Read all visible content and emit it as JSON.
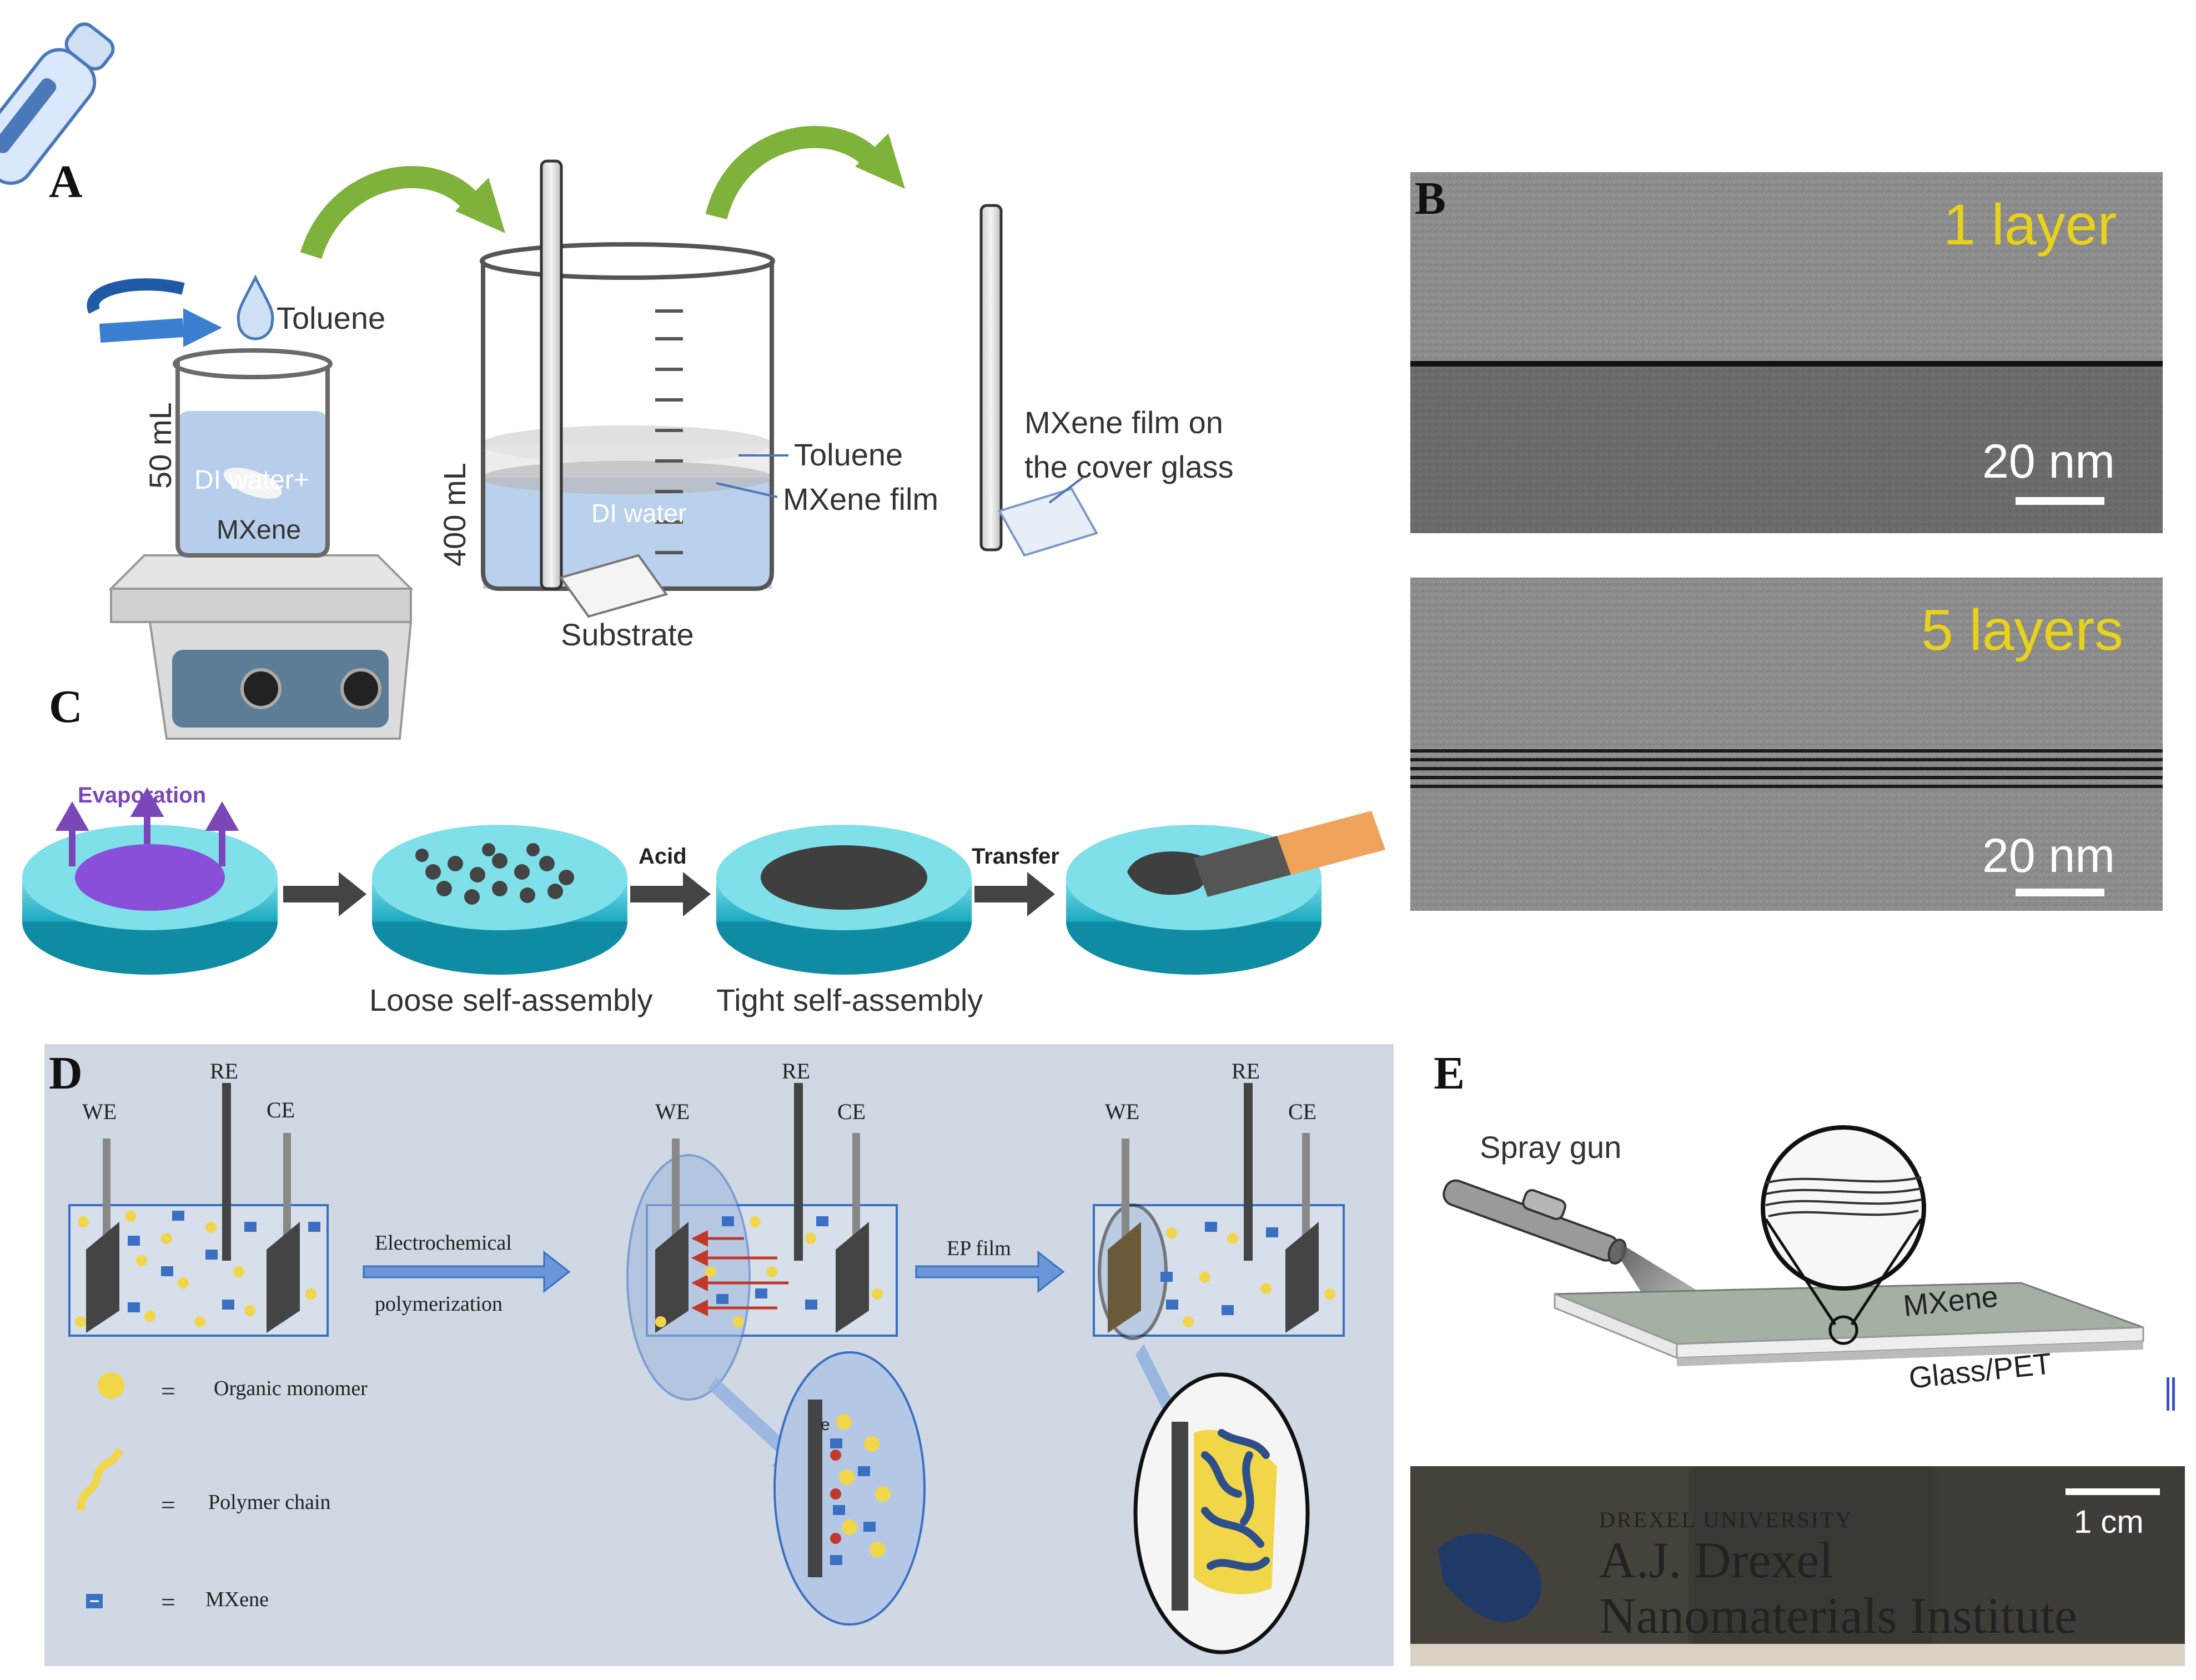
{
  "figure": {
    "panels": {
      "A": {
        "letter": "A",
        "toluene": "Toluene",
        "small_volume": "50 mL",
        "small_contents_line1": "DI water+",
        "small_contents_line2": "MXene",
        "large_volume": "400 mL",
        "layer_toluene": "Toluene",
        "layer_film": "MXene film",
        "large_contents": "DI water",
        "substrate": "Substrate",
        "result_line1": "MXene film on",
        "result_line2": "the cover glass"
      },
      "B": {
        "letter": "B",
        "top_label": "1 layer",
        "top_scale": "20 nm",
        "bottom_label": "5 layers",
        "bottom_scale": "20 nm"
      },
      "C": {
        "letter": "C",
        "evaporation": "Evaporation",
        "acid": "Acid",
        "transfer": "Transfer",
        "loose": "Loose self-assembly",
        "tight": "Tight self-assembly"
      },
      "D": {
        "letter": "D",
        "we": "WE",
        "re": "RE",
        "ce": "CE",
        "step1_line1": "Electrochemical",
        "step1_line2": "polymerization",
        "step2": "EP film",
        "equals": "=",
        "legend_monomer": "Organic monomer",
        "legend_polymer": "Polymer chain",
        "legend_mxene": "MXene",
        "electron": "e"
      },
      "E": {
        "letter": "E",
        "spray_gun": "Spray gun",
        "mxene": "MXene",
        "substrate": "Glass/PET",
        "scale": "1 cm",
        "watermark_line1": "DREXEL UNIVERSITY",
        "watermark_line2": "A.J. Drexel",
        "watermark_line3": "Nanomaterials Institute"
      }
    },
    "colors": {
      "arrow_green": "#7fb23a",
      "water_blue": "#a9c6e8",
      "cyan_dish": "#44c4d6",
      "purple": "#8a4fd8",
      "panel_d_bg": "#cfd8e3",
      "mxene_blue": "#3a6fc4",
      "monomer_yellow": "#f1d64a",
      "label_yellow": "#e8d21a"
    }
  }
}
